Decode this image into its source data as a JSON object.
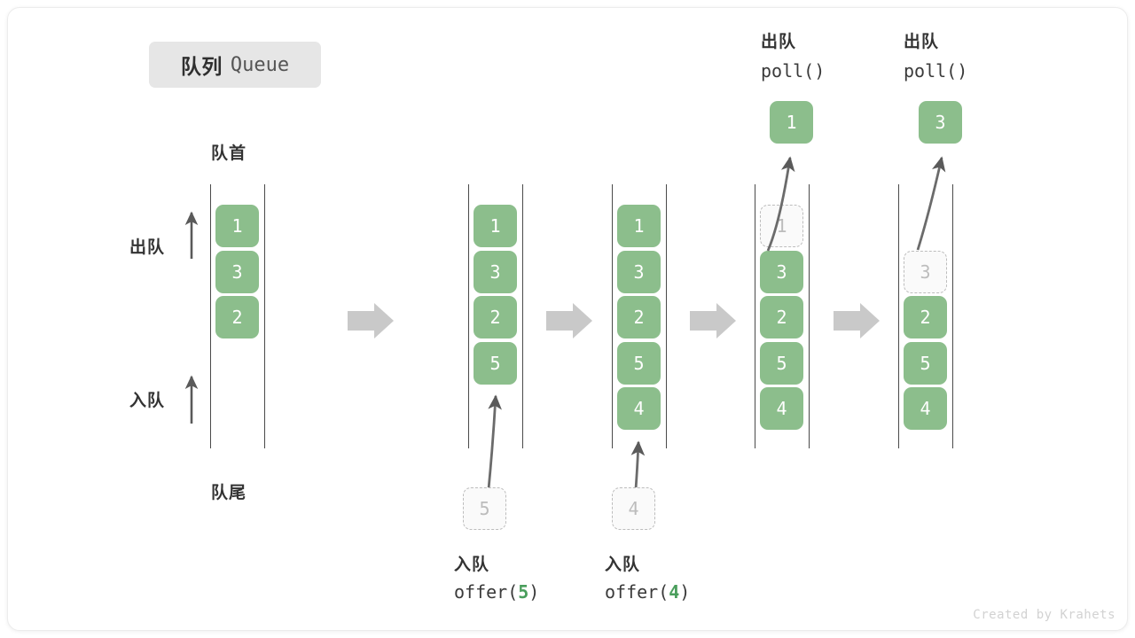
{
  "title": {
    "cn": "队列",
    "en": "Queue"
  },
  "axis_labels": {
    "front": "队首",
    "rear": "队尾",
    "dequeue": "出队",
    "enqueue": "入队"
  },
  "credit": "Created by Krahets",
  "colors": {
    "cell_fill": "#8cbe8c",
    "cell_text": "#ffffff",
    "ghost_border": "#bdbdbd",
    "ghost_text": "#bcbcbc",
    "rail": "#4a4a4a",
    "arrow": "#5a5a5a",
    "step_arrow": "#c9c9c9",
    "badge_bg": "#e6e6e6",
    "accent_green": "#4a9e5c"
  },
  "steps": [
    {
      "id": "initial",
      "cells": [
        {
          "value": "1",
          "state": "filled",
          "slot": 0
        },
        {
          "value": "3",
          "state": "filled",
          "slot": 1
        },
        {
          "value": "2",
          "state": "filled",
          "slot": 2
        }
      ],
      "pending": null,
      "popped": null,
      "caption_cn": "",
      "caption_code": "",
      "header_cn": "",
      "header_code": ""
    },
    {
      "id": "offer-5",
      "cells": [
        {
          "value": "1",
          "state": "filled",
          "slot": 0
        },
        {
          "value": "3",
          "state": "filled",
          "slot": 1
        },
        {
          "value": "2",
          "state": "filled",
          "slot": 2
        },
        {
          "value": "5",
          "state": "filled",
          "slot": 3
        }
      ],
      "pending": {
        "value": "5",
        "state": "ghost"
      },
      "popped": null,
      "caption_cn": "入队",
      "caption_code_prefix": "offer(",
      "caption_code_num": "5",
      "caption_code_suffix": ")",
      "header_cn": "",
      "header_code": ""
    },
    {
      "id": "offer-4",
      "cells": [
        {
          "value": "1",
          "state": "filled",
          "slot": 0
        },
        {
          "value": "3",
          "state": "filled",
          "slot": 1
        },
        {
          "value": "2",
          "state": "filled",
          "slot": 2
        },
        {
          "value": "5",
          "state": "filled",
          "slot": 3
        },
        {
          "value": "4",
          "state": "filled",
          "slot": 4
        }
      ],
      "pending": {
        "value": "4",
        "state": "ghost"
      },
      "popped": null,
      "caption_cn": "入队",
      "caption_code_prefix": "offer(",
      "caption_code_num": "4",
      "caption_code_suffix": ")",
      "header_cn": "",
      "header_code": ""
    },
    {
      "id": "poll-1",
      "cells": [
        {
          "value": "1",
          "state": "ghost",
          "slot": 0
        },
        {
          "value": "3",
          "state": "filled",
          "slot": 1
        },
        {
          "value": "2",
          "state": "filled",
          "slot": 2
        },
        {
          "value": "5",
          "state": "filled",
          "slot": 3
        },
        {
          "value": "4",
          "state": "filled",
          "slot": 4
        }
      ],
      "pending": null,
      "popped": {
        "value": "1",
        "state": "filled"
      },
      "caption_cn": "",
      "caption_code": "",
      "header_cn": "出队",
      "header_code": "poll()"
    },
    {
      "id": "poll-3",
      "cells": [
        {
          "value": "3",
          "state": "ghost",
          "slot": 1
        },
        {
          "value": "2",
          "state": "filled",
          "slot": 2
        },
        {
          "value": "5",
          "state": "filled",
          "slot": 3
        },
        {
          "value": "4",
          "state": "filled",
          "slot": 4
        }
      ],
      "pending": null,
      "popped": {
        "value": "3",
        "state": "filled"
      },
      "caption_cn": "",
      "caption_code": "",
      "header_cn": "出队",
      "header_code": "poll()"
    }
  ]
}
